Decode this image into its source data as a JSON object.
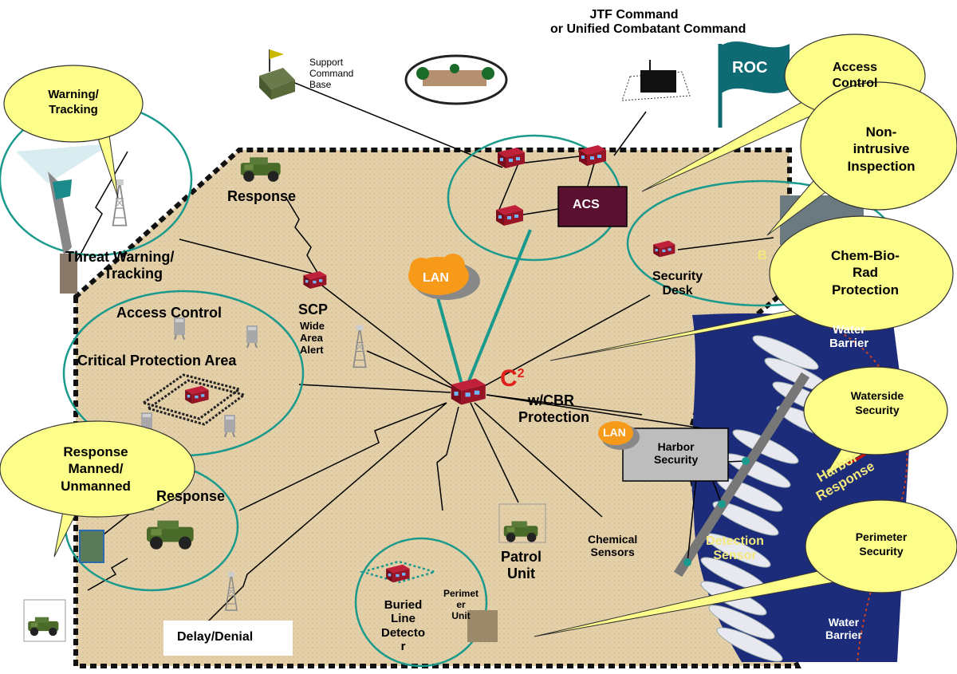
{
  "header": {
    "line1": "JTF Command",
    "line2": "or Unified Combatant Command"
  },
  "roc": "ROC",
  "support": {
    "line1": "Support",
    "line2": "Command",
    "line3": "Base"
  },
  "acs": "ACS",
  "lan": "LAN",
  "c2": {
    "symbol": "C",
    "sup": "2",
    "line1": "w/CBR",
    "line2": "Protection"
  },
  "callouts": {
    "warning": {
      "line1": "Warning/",
      "line2": "Tracking"
    },
    "access": {
      "line1": "Access",
      "line2": "Control"
    },
    "nonintrusive": {
      "line1": "Non-",
      "line2": "intrusive",
      "line3": "Inspection"
    },
    "chembio": {
      "line1": "Chem-Bio-",
      "line2": "Rad",
      "line3": "Protection"
    },
    "waterside": {
      "line1": "Waterside",
      "line2": "Security"
    },
    "response": {
      "line1": "Response",
      "line2": "Manned/",
      "line3": "Unmanned"
    },
    "perimeter": {
      "line1": "Perimeter",
      "line2": "Security"
    }
  },
  "labels": {
    "response_top": "Response",
    "threat": {
      "line1": "Threat Warning/",
      "line2": "Tracking"
    },
    "scp": "SCP",
    "wide": {
      "line1": "Wide",
      "line2": "Area",
      "line3": "Alert"
    },
    "access_control": "Access Control",
    "critical": "Critical Protection Area",
    "security_desk": {
      "line1": "Security",
      "line2": "Desk"
    },
    "harbor_security": {
      "line1": "Harbor",
      "line2": "Security"
    },
    "harbor_response": {
      "line1": "Harbor",
      "line2": "Response"
    },
    "detection_sensor": {
      "line1": "Detection",
      "line2": "Sensor"
    },
    "water_barrier_top": {
      "line1": "Water",
      "line2": "Barrier"
    },
    "water_barrier_bottom": {
      "line1": "Water",
      "line2": "Barrier"
    },
    "response_left": "Response",
    "patrol": {
      "line1": "Patrol",
      "line2": "Unit"
    },
    "chemical": {
      "line1": "Chemical",
      "line2": "Sensors"
    },
    "buried": {
      "line1": "Buried",
      "line2": "Line",
      "line3": "Detecto",
      "line4": "r"
    },
    "perimeter_unit": {
      "line1": "Perimet",
      "line2": "er",
      "line3": "Unit"
    },
    "delay": "Delay/Denial",
    "b_partial": "B"
  },
  "colors": {
    "ground": "#e3cfa8",
    "teal": "#1a9a8c",
    "callout": "#fdfd8a",
    "building": "#8a1020",
    "acs_box": "#5a1030",
    "harbor": "#1c2c7a",
    "flag": "#0e6a73"
  }
}
